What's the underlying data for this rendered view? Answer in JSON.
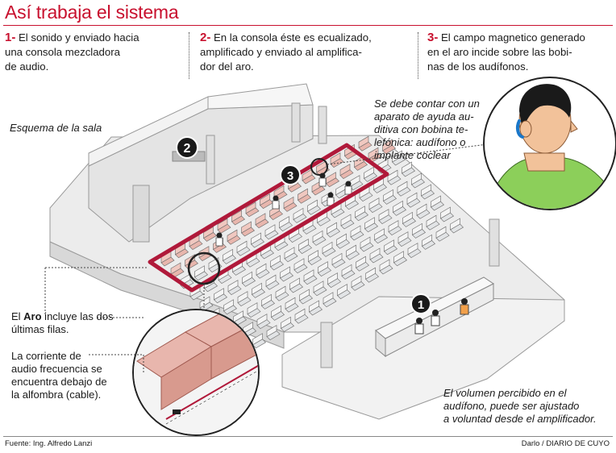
{
  "header": {
    "title": "Así trabaja el sistema"
  },
  "steps": [
    {
      "num": "1-",
      "lines": [
        "El sonido y enviado hacia",
        "una consola mezcladora",
        "de audio."
      ]
    },
    {
      "num": "2-",
      "lines": [
        "En la consola éste es ecualizado,",
        "amplificado y enviado al amplifica-",
        "dor del aro."
      ]
    },
    {
      "num": "3-",
      "lines": [
        "El campo magnetico generado",
        "en el aro incide  sobre las bobi-",
        "nas de los audífonos."
      ]
    }
  ],
  "labels": {
    "room_scheme": "Esquema de la sala",
    "marker_1": "1",
    "marker_2": "2",
    "marker_3": "3",
    "hearing_aid_lines": [
      "Se debe contar con un",
      "aparato de ayuda au-",
      "ditiva con bobina te-",
      "lefónica: audífono o",
      "implante coclear"
    ],
    "aro_pre": "El ",
    "aro_bold": "Aro",
    "aro_post": " incluye las dos",
    "aro_line2": "últimas filas.",
    "current_lines": [
      "La corriente de",
      "audio frecuencia se",
      "encuentra debajo de",
      "la alfombra (cable)."
    ],
    "volume_lines": [
      "El volumen percibido en el",
      "audífono, puede ser ajustado",
      "a voluntad desde el amplificador."
    ]
  },
  "footer": {
    "source": "Fuente: Ing. Alfredo Lanzi",
    "credit": "Darlo / DIARIO DE CUYO"
  },
  "colors": {
    "accent": "#c8102e",
    "loop": "#b0193a",
    "seat": "#e2e4e6",
    "seat_loop": "#e8b6ad",
    "floor": "#eeeeee",
    "skin": "#f2c29a",
    "shirt": "#8ccf5a"
  }
}
